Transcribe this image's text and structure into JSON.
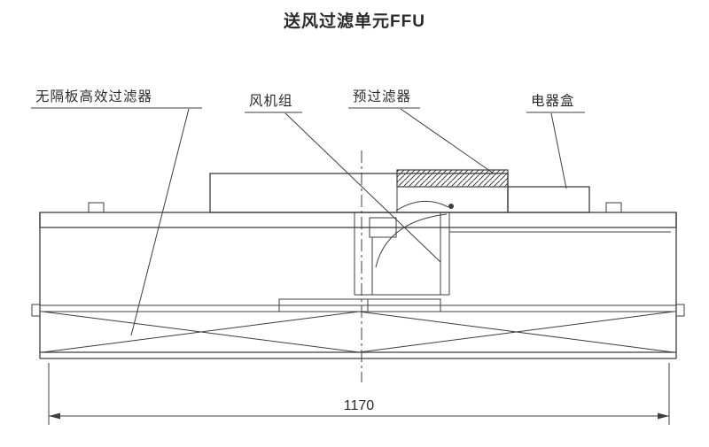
{
  "title": "送风过滤单元FFU",
  "labels": {
    "hepa_filter": "无隔板高效过滤器",
    "fan_unit": "风机组",
    "prefilter": "预过滤器",
    "electrical_box": "电器盒"
  },
  "dimension": {
    "width_value": "1170"
  },
  "colors": {
    "line": "#3d3d3d",
    "background": "#ffffff"
  }
}
